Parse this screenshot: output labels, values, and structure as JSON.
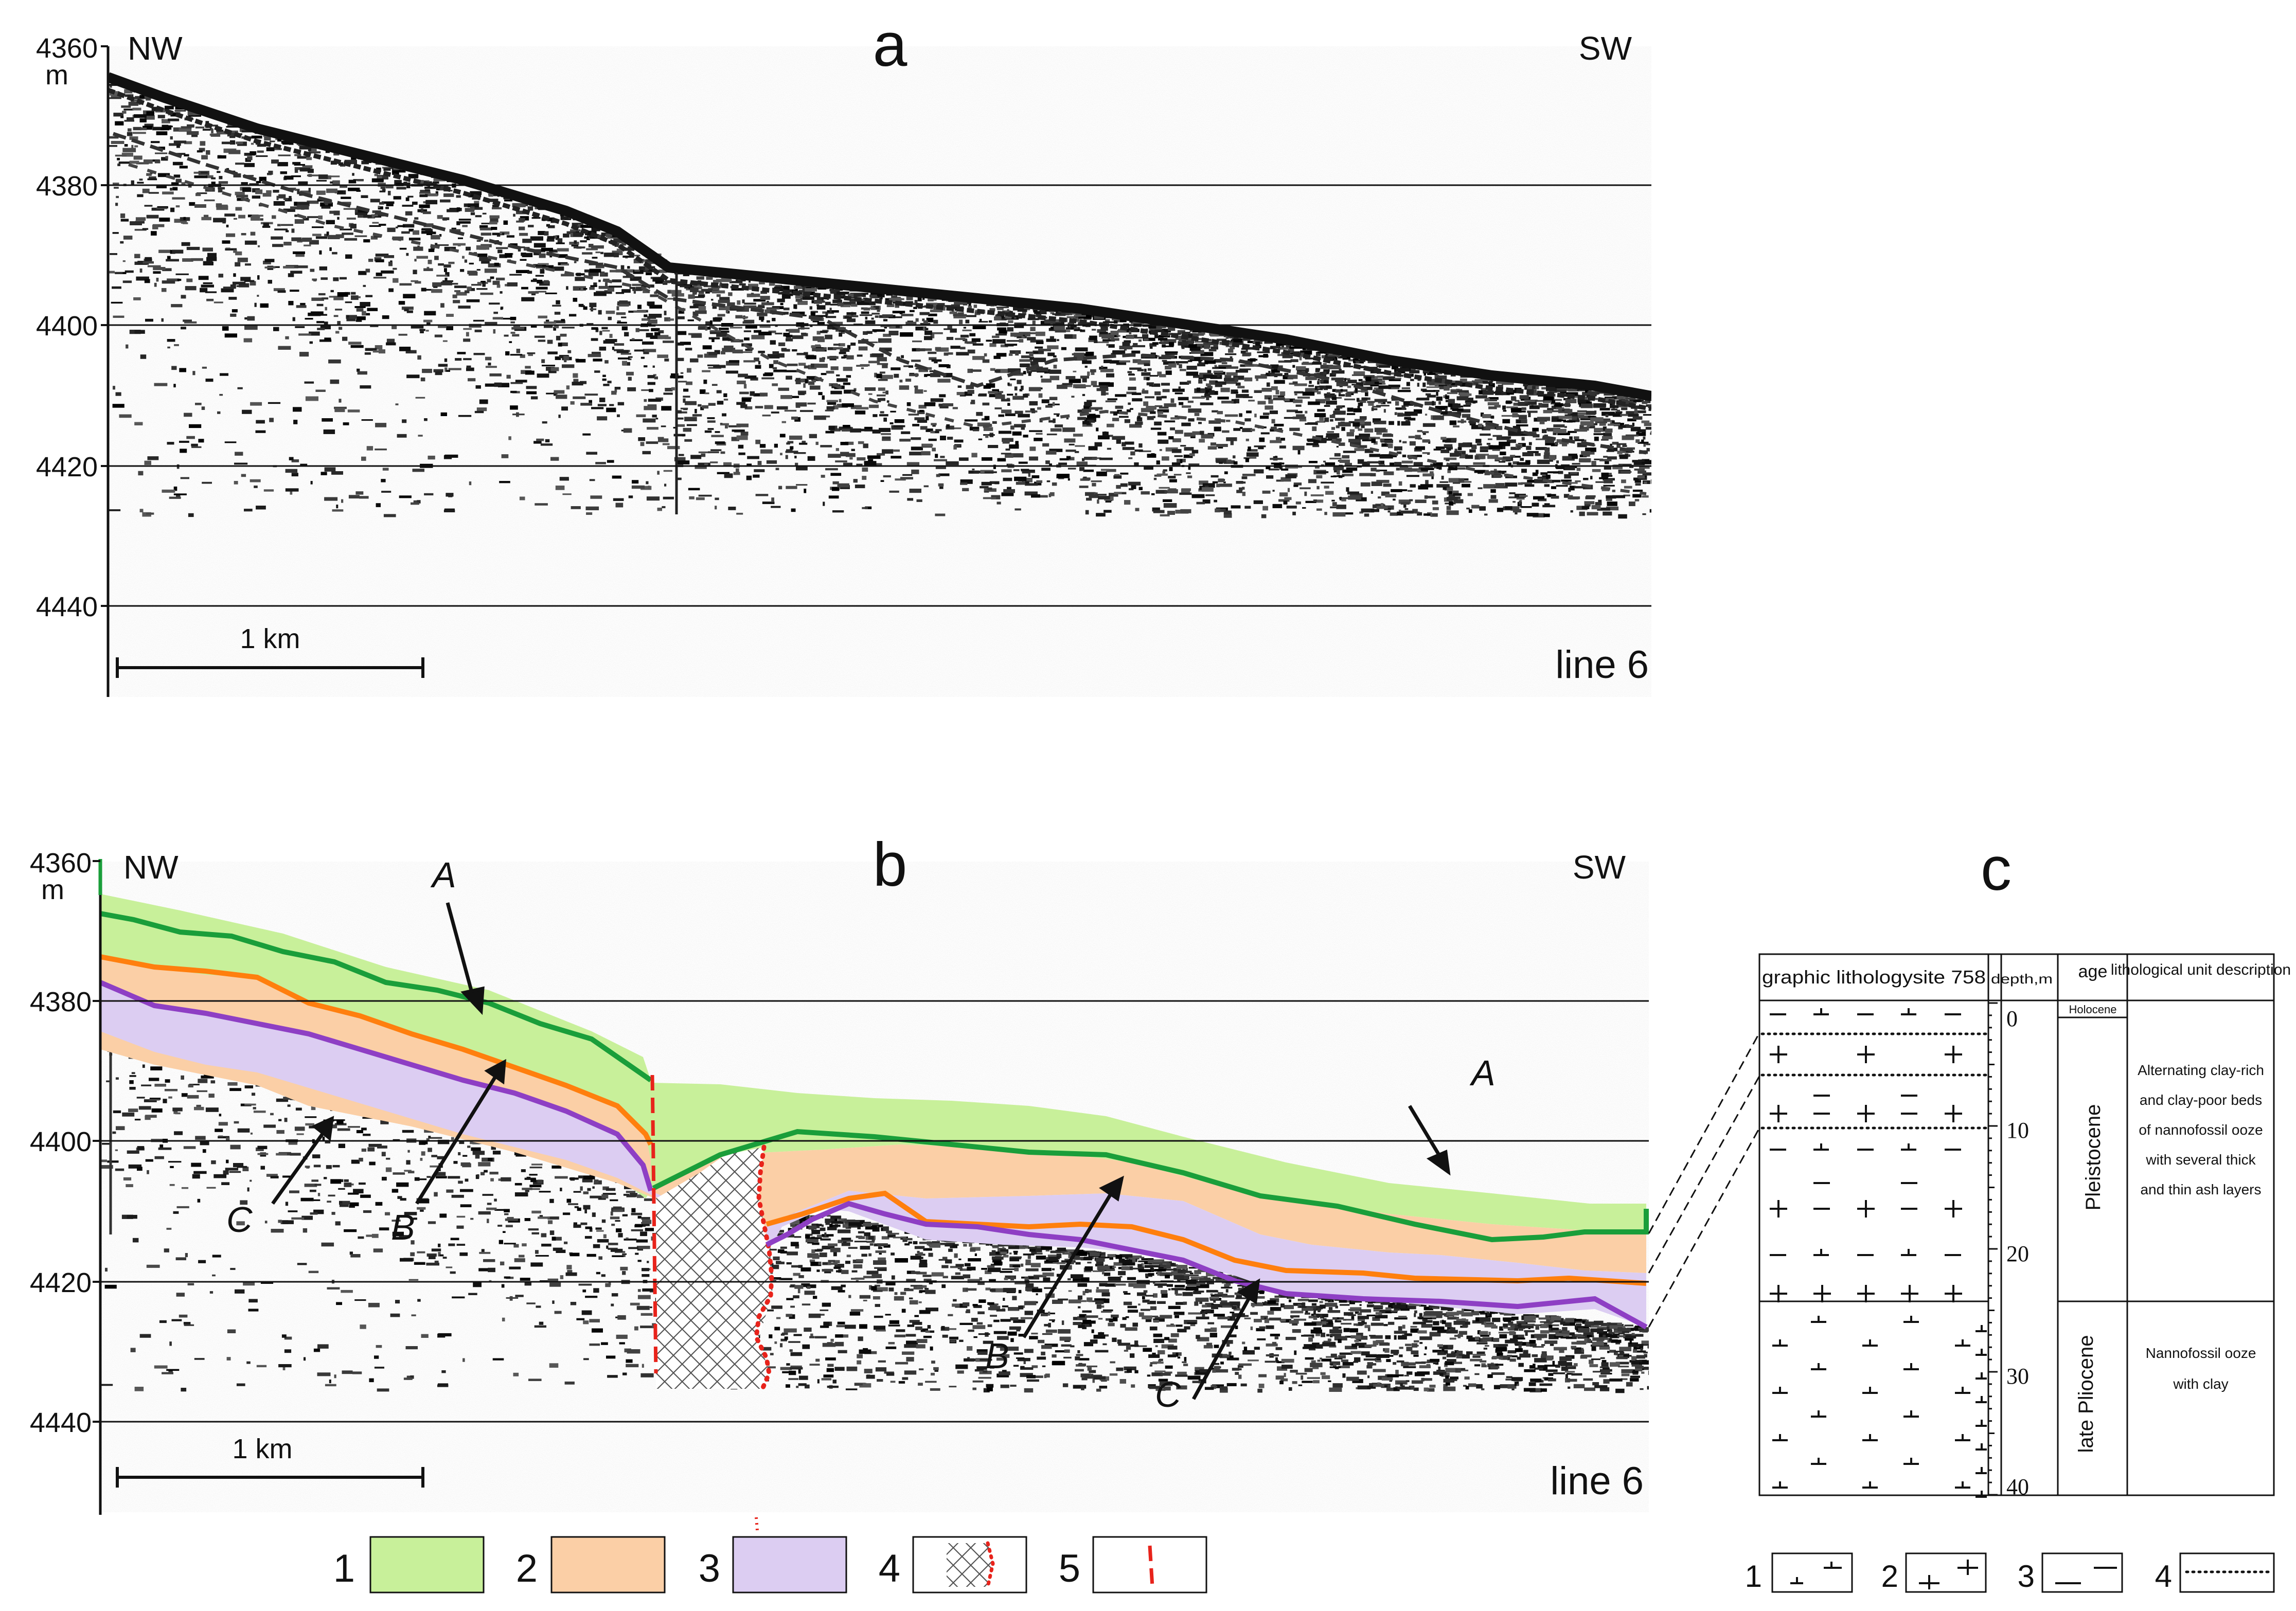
{
  "panel_a": {
    "label": "a",
    "dir_left": "NW",
    "dir_right": "SW",
    "depth_ticks": [
      "4360",
      "4380",
      "4400",
      "4420",
      "4440"
    ],
    "depth_unit": "m",
    "scale_label": "1 km",
    "line_label": "line 6"
  },
  "panel_b": {
    "label": "b",
    "dir_left": "NW",
    "dir_right": "SW",
    "depth_ticks": [
      "4360",
      "4380",
      "4400",
      "4420",
      "4440"
    ],
    "depth_unit": "m",
    "scale_label": "1 km",
    "line_label": "line 6",
    "reflector_labels": [
      "A",
      "B",
      "C",
      "A",
      "B",
      "C"
    ]
  },
  "legend_b": {
    "items": [
      {
        "number": "1",
        "color": "#c8f09a"
      },
      {
        "number": "2",
        "color": "#fbcfa6"
      },
      {
        "number": "3",
        "color": "#dccdf2"
      },
      {
        "number": "4",
        "pattern": "cross-hatch with red dotted boundary"
      },
      {
        "number": "5",
        "pattern": "red dashed fault line"
      }
    ]
  },
  "panel_c": {
    "label": "c",
    "headers": {
      "lithology": "graphic lithologysite 758",
      "depth": "depth,m",
      "age": "age",
      "description": "lithological unit description"
    },
    "depth_ticks": [
      "0",
      "10",
      "20",
      "30",
      "40"
    ],
    "ages": [
      "Holocene",
      "Pleistocene",
      "late Pliocene"
    ],
    "descriptions": [
      "Alternating clay-rich",
      "and clay-poor beds",
      "of nannofossil ooze",
      "with several  thick",
      "and thin ash layers",
      "Nannofossil ooze",
      "with clay"
    ],
    "legend_numbers": [
      "1",
      "2",
      "3",
      "4"
    ]
  },
  "colors": {
    "unit1_fill": "#c8f09a",
    "unit2_fill": "#fbcfa6",
    "unit3_fill": "#dccdf2",
    "reflector_A": "#1a9e3a",
    "reflector_B": "#ff7f0e",
    "reflector_C": "#8e3fc4",
    "fault": "#e8231b"
  }
}
